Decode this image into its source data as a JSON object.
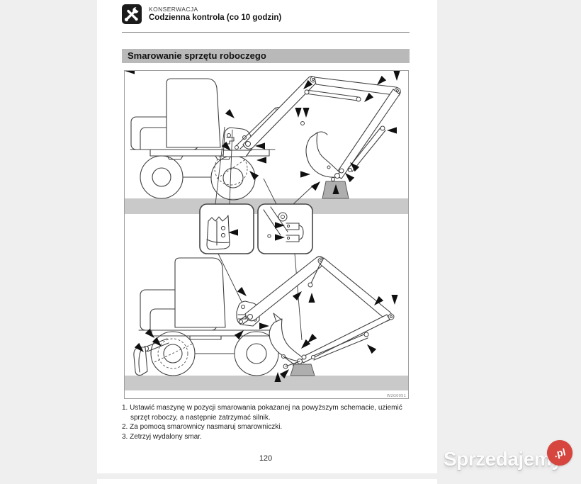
{
  "header": {
    "eyebrow": "KONSERWACJA",
    "title": "Codzienna kontrola (co 10 godzin)",
    "icon": "tools-icon"
  },
  "section": {
    "title": "Smarowanie sprzętu roboczego"
  },
  "figure": {
    "code": "W2G0051",
    "content": "two-excavator-lubrication-diagram"
  },
  "steps": [
    {
      "num": "1.",
      "text": "Ustawić maszynę w pozycji smarowania pokazanej na powyższym schemacie, uziemić sprzęt roboczy, a następnie zatrzymać silnik."
    },
    {
      "num": "2.",
      "text": "Za pomocą smarownicy nasmaruj smarowniczki."
    },
    {
      "num": "3.",
      "text": "Zetrzyj wydalony smar."
    }
  ],
  "footer": {
    "page_number": "120"
  },
  "watermark": {
    "brand": "Sprzedajemy",
    "tld": ".pl",
    "badge_color": "#d6453e"
  },
  "colors": {
    "section_bar": "#b9b9b9",
    "page_background": "#efefef",
    "ground_bar": "#c9c9c9"
  }
}
